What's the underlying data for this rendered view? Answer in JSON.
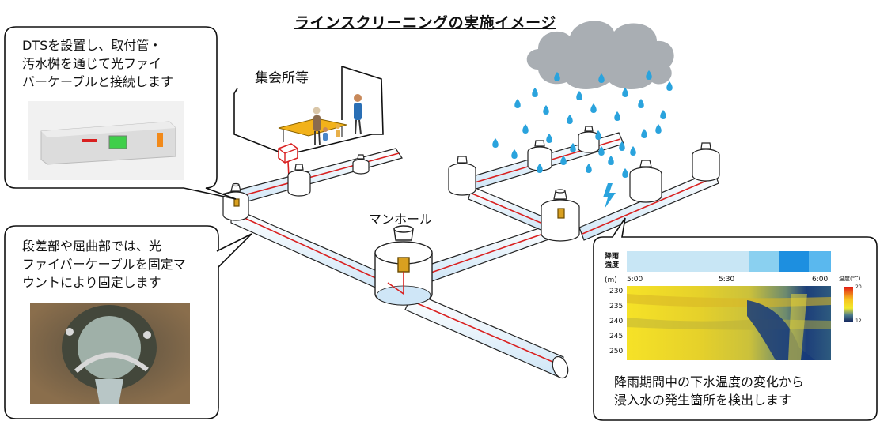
{
  "title": "ラインスクリーニングの実施イメージ",
  "labels": {
    "facility": "集会所等",
    "manhole": "マンホール"
  },
  "callouts": {
    "dts": [
      "DTSを設置し、取付管・",
      "汚水桝を通じて光ファイ",
      "バーケーブルと接続します"
    ],
    "mount": [
      "段差部や屈曲部では、光",
      "ファイバーケーブルを固定マ",
      "ウントにより固定します"
    ],
    "detect": [
      "降雨期間中の下水温度の変化から",
      "浸入水の発生箇所を検出します"
    ]
  },
  "heatmap": {
    "rain_label": [
      "降雨",
      "強度"
    ],
    "unit_label": "(m)",
    "x_ticks": [
      "5:00",
      "5:30",
      "6:00"
    ],
    "y_ticks": [
      "230",
      "235",
      "240",
      "245",
      "250"
    ],
    "scale_label": "温度(℃)",
    "scale_max": "20",
    "scale_min": "12"
  },
  "colors": {
    "pipe": "#d9ecfa",
    "cable": "#d92020",
    "rain": "#2aa3dd",
    "cloud": "#a9aeb3",
    "callout_border": "#111111"
  }
}
